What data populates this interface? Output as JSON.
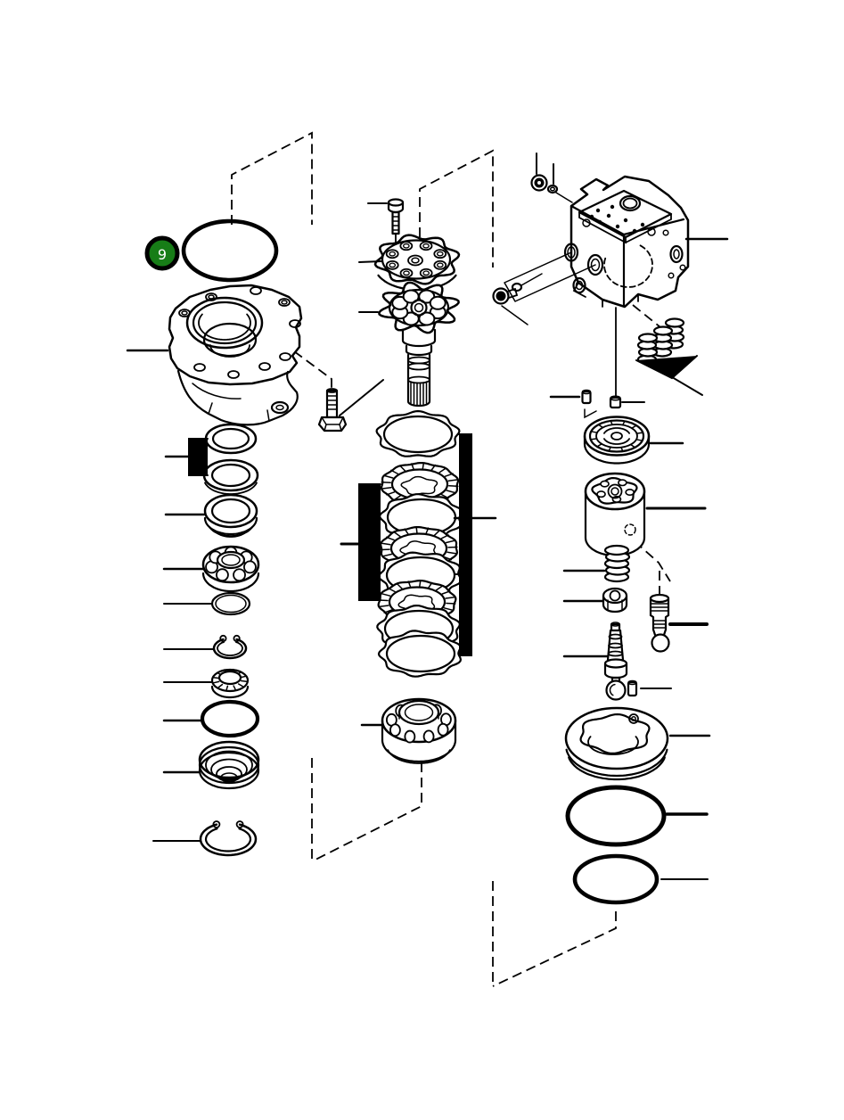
{
  "document": {
    "kind": "exploded-parts-diagram",
    "background": "#ffffff",
    "line_color": "#000000"
  },
  "badge": {
    "label": "9",
    "fill": "#177d17",
    "border": "#000000",
    "text_color": "#ffffff"
  },
  "parts": [
    {
      "name": "o-ring-large-top",
      "column": "left"
    },
    {
      "name": "case-flange-housing",
      "column": "left"
    },
    {
      "name": "hex-bolt",
      "column": "left"
    },
    {
      "name": "shim-washer",
      "column": "left",
      "count": 2
    },
    {
      "name": "oil-seal",
      "column": "left"
    },
    {
      "name": "ball-bearing",
      "column": "left"
    },
    {
      "name": "backup-ring",
      "column": "left"
    },
    {
      "name": "snap-ring-small",
      "column": "left"
    },
    {
      "name": "roller-bearing-small",
      "column": "left"
    },
    {
      "name": "o-ring-mid",
      "column": "left"
    },
    {
      "name": "seal-cone-stack",
      "column": "left"
    },
    {
      "name": "snap-ring-large",
      "column": "left"
    },
    {
      "name": "socket-bolt",
      "column": "middle"
    },
    {
      "name": "end-plate",
      "column": "middle"
    },
    {
      "name": "drive-gear-shaft",
      "column": "middle"
    },
    {
      "name": "separator-plate",
      "column": "middle",
      "count": 5
    },
    {
      "name": "friction-disc",
      "column": "middle",
      "count": 3
    },
    {
      "name": "roller-bearing-large",
      "column": "middle"
    },
    {
      "name": "motor-valve-body",
      "column": "right"
    },
    {
      "name": "plug-top",
      "column": "right"
    },
    {
      "name": "o-ring-plug-top",
      "column": "right"
    },
    {
      "name": "plug-side",
      "column": "right"
    },
    {
      "name": "o-ring-plug-side",
      "column": "right"
    },
    {
      "name": "spring-cluster",
      "column": "right",
      "count": 3
    },
    {
      "name": "pin",
      "column": "right",
      "count": 2
    },
    {
      "name": "valve-plate",
      "column": "right"
    },
    {
      "name": "cylinder-block",
      "column": "right"
    },
    {
      "name": "spring",
      "column": "right"
    },
    {
      "name": "nut-collar",
      "column": "right"
    },
    {
      "name": "piston-assembly",
      "column": "right"
    },
    {
      "name": "piston-with-rings",
      "column": "right"
    },
    {
      "name": "dowel-pin",
      "column": "right"
    },
    {
      "name": "swash-thrust-plate",
      "column": "right"
    },
    {
      "name": "o-ring-large-bottom",
      "column": "right"
    },
    {
      "name": "o-ring-small-bottom",
      "column": "right"
    }
  ]
}
